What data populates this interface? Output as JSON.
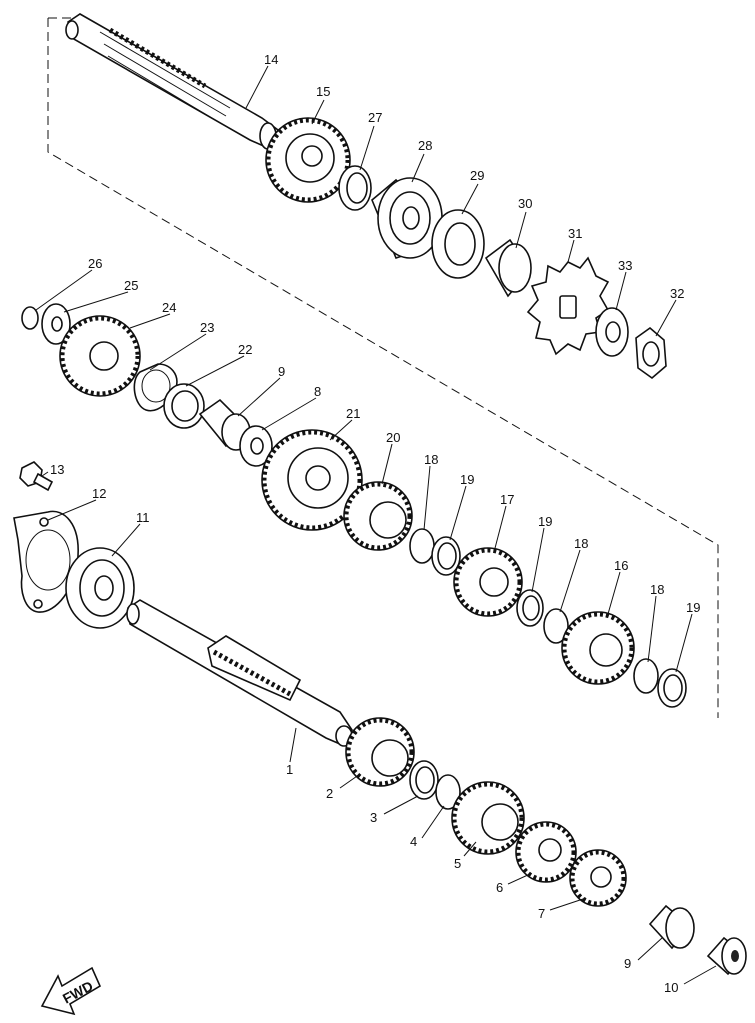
{
  "diagram": {
    "fwd_label": "FWD",
    "callouts": [
      {
        "id": "c1",
        "label": "1"
      },
      {
        "id": "c2",
        "label": "2"
      },
      {
        "id": "c3",
        "label": "3"
      },
      {
        "id": "c4",
        "label": "4"
      },
      {
        "id": "c5",
        "label": "5"
      },
      {
        "id": "c6",
        "label": "6"
      },
      {
        "id": "c7",
        "label": "7"
      },
      {
        "id": "c8",
        "label": "8"
      },
      {
        "id": "c9a",
        "label": "9"
      },
      {
        "id": "c9b",
        "label": "9"
      },
      {
        "id": "c10",
        "label": "10"
      },
      {
        "id": "c11",
        "label": "11"
      },
      {
        "id": "c12",
        "label": "12"
      },
      {
        "id": "c13",
        "label": "13"
      },
      {
        "id": "c14",
        "label": "14"
      },
      {
        "id": "c15",
        "label": "15"
      },
      {
        "id": "c16",
        "label": "16"
      },
      {
        "id": "c17",
        "label": "17"
      },
      {
        "id": "c18a",
        "label": "18"
      },
      {
        "id": "c18b",
        "label": "18"
      },
      {
        "id": "c18c",
        "label": "18"
      },
      {
        "id": "c19a",
        "label": "19"
      },
      {
        "id": "c19b",
        "label": "19"
      },
      {
        "id": "c19c",
        "label": "19"
      },
      {
        "id": "c20",
        "label": "20"
      },
      {
        "id": "c21",
        "label": "21"
      },
      {
        "id": "c22",
        "label": "22"
      },
      {
        "id": "c23",
        "label": "23"
      },
      {
        "id": "c24",
        "label": "24"
      },
      {
        "id": "c25",
        "label": "25"
      },
      {
        "id": "c26",
        "label": "26"
      },
      {
        "id": "c27",
        "label": "27"
      },
      {
        "id": "c28",
        "label": "28"
      },
      {
        "id": "c29",
        "label": "29"
      },
      {
        "id": "c30",
        "label": "30"
      },
      {
        "id": "c31",
        "label": "31"
      },
      {
        "id": "c32",
        "label": "32"
      },
      {
        "id": "c33",
        "label": "33"
      }
    ]
  }
}
